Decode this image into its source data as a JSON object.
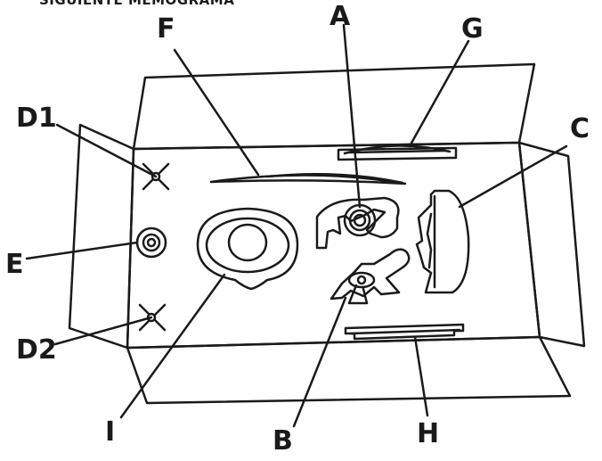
{
  "header_text": "SIGUIENTE MEMOGRAMA",
  "labels": {
    "A": "A",
    "B": "B",
    "C": "C",
    "D1": "D1",
    "D2": "D2",
    "E": "E",
    "F": "F",
    "G": "G",
    "H": "H",
    "I": "I"
  },
  "colors": {
    "line": "#1a1a1a",
    "background": "#ffffff"
  }
}
